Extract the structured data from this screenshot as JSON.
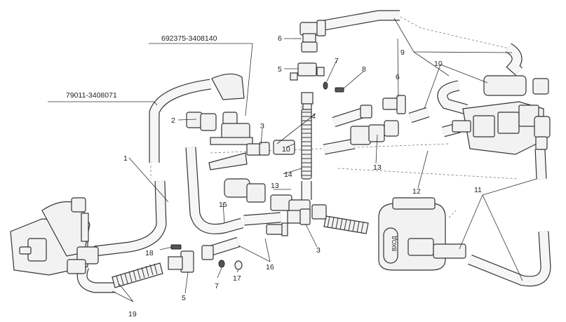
{
  "part_numbers": {
    "pump_hose": "79011-3408071",
    "fitting": "692375-3408140"
  },
  "callouts": {
    "c1": "1",
    "c2": "2",
    "c3a": "3",
    "c3b": "3",
    "c4": "4",
    "c5a": "5",
    "c5b": "5",
    "c6a": "6",
    "c6b": "6",
    "c7a": "7",
    "c7b": "7",
    "c8": "8",
    "c9": "9",
    "c10a": "10",
    "c10b": "10",
    "c11": "11",
    "c12": "12",
    "c13a": "13",
    "c13b": "13",
    "c14": "14",
    "c15": "15",
    "c16": "16",
    "c17": "17",
    "c18": "18",
    "c19": "19"
  },
  "labels": {
    "tank_inlet": "ВХОД"
  },
  "colors": {
    "line": "#333333",
    "fill": "#f2f2f2",
    "background": "#ffffff"
  }
}
